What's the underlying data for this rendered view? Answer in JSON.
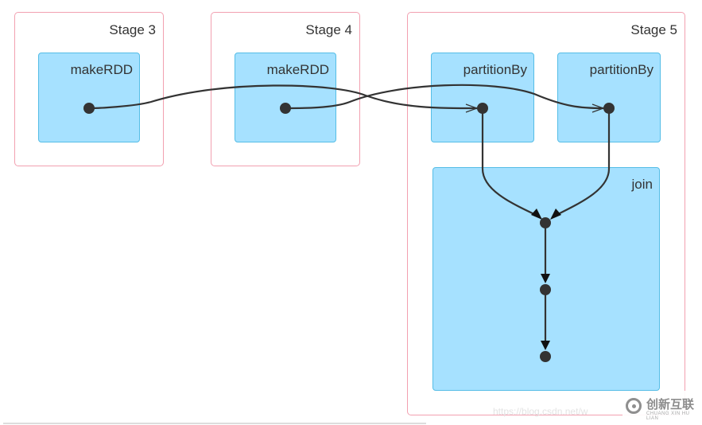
{
  "stages": [
    {
      "id": "stage-3",
      "title": "Stage 3"
    },
    {
      "id": "stage-4",
      "title": "Stage 4"
    },
    {
      "id": "stage-5",
      "title": "Stage 5"
    }
  ],
  "operations": [
    {
      "id": "op-makerdd-1",
      "stage": "Stage 3",
      "title": "makeRDD"
    },
    {
      "id": "op-makerdd-2",
      "stage": "Stage 4",
      "title": "makeRDD"
    },
    {
      "id": "op-partitionby-1",
      "stage": "Stage 5",
      "title": "partitionBy"
    },
    {
      "id": "op-partitionby-2",
      "stage": "Stage 5",
      "title": "partitionBy"
    },
    {
      "id": "op-join",
      "stage": "Stage 5",
      "title": "join"
    }
  ],
  "nodes": [
    {
      "id": "rdd-a",
      "in": "op-makerdd-1"
    },
    {
      "id": "rdd-b",
      "in": "op-makerdd-2"
    },
    {
      "id": "rdd-c",
      "in": "op-partitionby-1"
    },
    {
      "id": "rdd-d",
      "in": "op-partitionby-2"
    },
    {
      "id": "rdd-e",
      "in": "op-join"
    },
    {
      "id": "rdd-f",
      "in": "op-join"
    },
    {
      "id": "rdd-g",
      "in": "op-join"
    }
  ],
  "edges": [
    {
      "from": "rdd-a",
      "to": "rdd-c",
      "kind": "shuffle"
    },
    {
      "from": "rdd-b",
      "to": "rdd-d",
      "kind": "shuffle"
    },
    {
      "from": "rdd-c",
      "to": "rdd-e",
      "kind": "narrow"
    },
    {
      "from": "rdd-d",
      "to": "rdd-e",
      "kind": "narrow"
    },
    {
      "from": "rdd-e",
      "to": "rdd-f",
      "kind": "narrow"
    },
    {
      "from": "rdd-f",
      "to": "rdd-g",
      "kind": "narrow"
    }
  ],
  "colors": {
    "stage_border": "#f2a0b0",
    "op_fill": "#a6e1ff",
    "op_border": "#55bde6",
    "edge": "#333333",
    "node": "#333333"
  },
  "watermark": {
    "url_text": "https://blog.csdn.net/w",
    "brand_cn": "创新互联",
    "brand_en": "CHUANG XIN HU LIAN",
    "logo_icon": "swirl-logo-icon"
  }
}
